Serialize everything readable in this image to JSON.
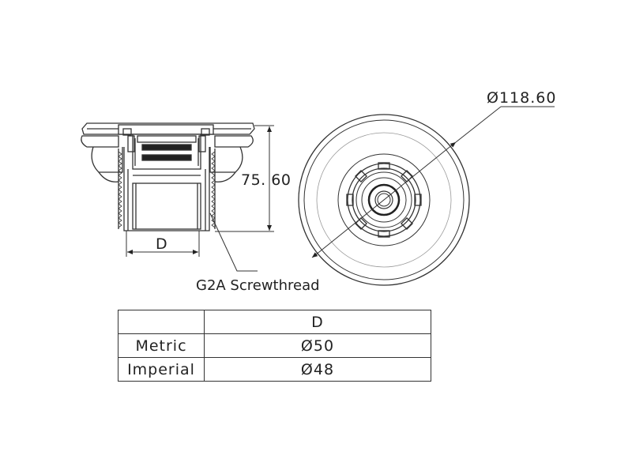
{
  "dimensions": {
    "outer_diameter": "Ø118.60",
    "height": "75. 60",
    "pipe_diameter_label": "D"
  },
  "annotations": {
    "thread": "G2A Screwthread"
  },
  "table": {
    "header": [
      "",
      "D"
    ],
    "rows": [
      {
        "label": "Metric",
        "value": "Ø50"
      },
      {
        "label": "Imperial",
        "value": "Ø48"
      }
    ]
  }
}
